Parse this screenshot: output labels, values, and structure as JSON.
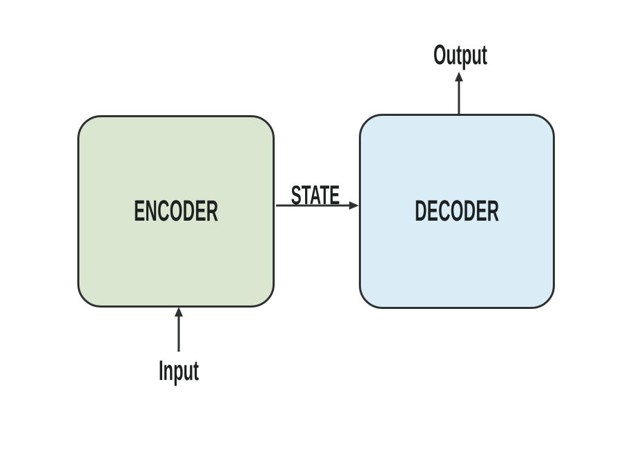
{
  "diagram": {
    "type": "flow-diagram",
    "background": "#ffffff",
    "stroke_color": "#2d3230",
    "text_color": "#1c2020",
    "nodes": [
      {
        "id": "encoder",
        "label": "ENCODER",
        "fill": "#dae6d0"
      },
      {
        "id": "decoder",
        "label": "DECODER",
        "fill": "#daedf6"
      }
    ],
    "edges": [
      {
        "id": "input",
        "label": "Input",
        "from": "outside",
        "to": "encoder",
        "direction": "up"
      },
      {
        "id": "state",
        "label": "STATE",
        "from": "encoder",
        "to": "decoder",
        "direction": "right"
      },
      {
        "id": "output",
        "label": "Output",
        "from": "decoder",
        "to": "outside",
        "direction": "up"
      }
    ]
  }
}
